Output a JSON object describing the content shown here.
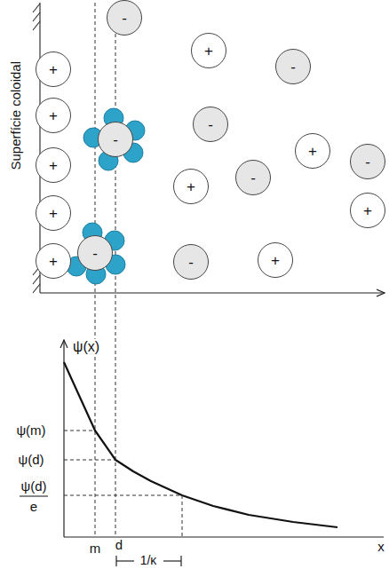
{
  "diagram": {
    "nodes": [
      {
        "text": [
          "-"
        ]
      },
      {
        "text": [
          "+"
        ]
      },
      {
        "text": [
          "+"
        ]
      },
      {
        "text": [
          "-"
        ]
      },
      {
        "text": [
          "+"
        ]
      },
      {
        "text": [
          "-"
        ]
      },
      {
        "text": [
          "-"
        ]
      },
      {
        "text": [
          "+"
        ]
      },
      {
        "text": [
          "-"
        ]
      },
      {
        "text": [
          "+"
        ]
      },
      {
        "text": [
          "-"
        ]
      },
      {
        "text": [
          "+"
        ]
      },
      {
        "text": [
          "+"
        ]
      },
      {
        "text": [
          "+"
        ]
      },
      {
        "text": [
          "-"
        ]
      },
      {
        "text": [
          "+"
        ]
      },
      {
        "text": [
          "-"
        ]
      },
      {
        "text": [
          "+"
        ]
      }
    ],
    "labels": [
      "Superfície coloidal",
      "ψ(x)",
      "ψ(m)",
      "ψ(d)",
      "ψ(d)",
      "e",
      "m",
      "d",
      "x",
      "1/κ"
    ]
  }
}
